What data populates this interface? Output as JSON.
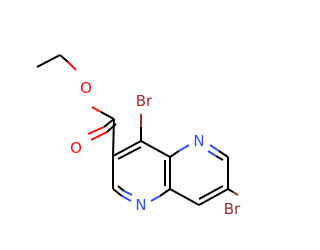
{
  "atoms": {
    "ester_o": "O",
    "carbonyl_o": "O",
    "n_upper": "N",
    "n_lower": "N",
    "br_upper": "Br",
    "br_lower": "Br"
  },
  "colors": {
    "carbon": "#000000",
    "oxygen": "#ff0d0d",
    "nitrogen": "#3050f8",
    "bromine": "#a62929",
    "background": "#ffffff"
  }
}
